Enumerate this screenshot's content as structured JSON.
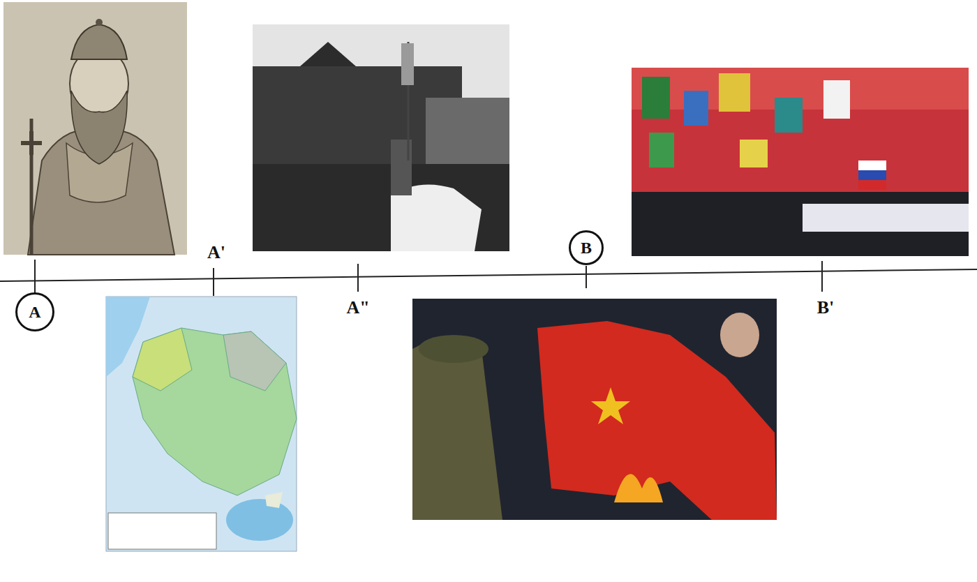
{
  "diagram": {
    "nodes": [
      {
        "text": [
          "A"
        ]
      },
      {
        "text": [
          "B"
        ]
      }
    ],
    "labels": [
      "A'",
      "A\"",
      "B'"
    ]
  }
}
